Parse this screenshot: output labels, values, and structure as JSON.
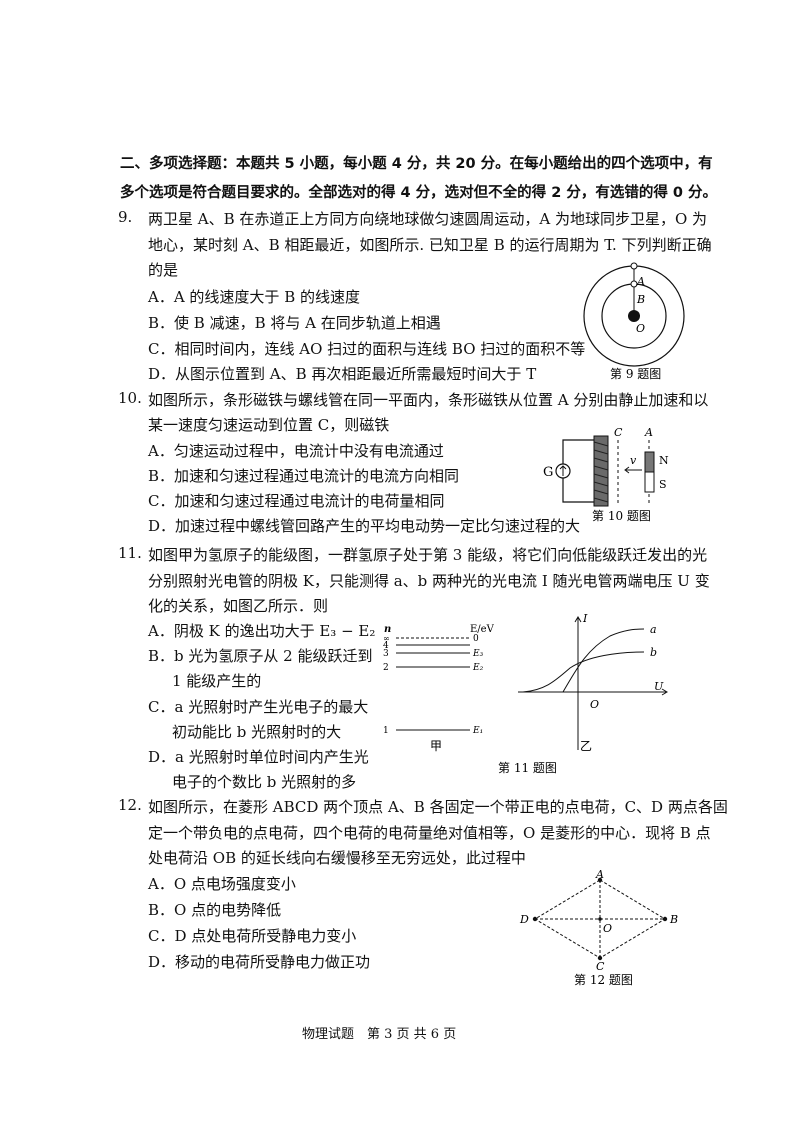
{
  "section": {
    "heading_line1": "二、多项选择题：本题共 5 小题，每小题 4 分，共 20 分。在每小题给出的四个选项中，有",
    "heading_line2": "多个选项是符合题目要求的。全部选对的得 4 分，选对但不全的得 2 分，有选错的得 0 分。"
  },
  "q9": {
    "num": "9.",
    "stem1": "两卫星 A、B 在赤道正上方同方向绕地球做匀速圆周运动，A 为地球同步卫星，O 为",
    "stem2": "地心，某时刻 A、B 相距最近，如图所示. 已知卫星 B 的运行周期为 T. 下列判断正确",
    "stem3": "的是",
    "options": [
      "A．A 的线速度大于 B 的线速度",
      "B．使 B 减速，B 将与 A 在同步轨道上相遇",
      "C．相同时间内，连线 AO 扫过的面积与连线 BO 扫过的面积不等",
      "D．从图示位置到 A、B 再次相距最近所需最短时间大于 T"
    ],
    "figure": {
      "label_a": "A",
      "label_b": "B",
      "label_o": "O",
      "caption": "第 9 题图"
    }
  },
  "q10": {
    "num": "10.",
    "stem1": "如图所示，条形磁铁与螺线管在同一平面内，条形磁铁从位置 A 分别由静止加速和以",
    "stem2": "某一速度匀速运动到位置 C，则磁铁",
    "options": [
      "A．匀速运动过程中，电流计中没有电流通过",
      "B．加速和匀速过程通过电流计的电流方向相同",
      "C．加速和匀速过程通过电流计的电荷量相同",
      "D．加速过程中螺线管回路产生的平均电动势一定比匀速过程的大"
    ],
    "figure": {
      "label_g": "G",
      "label_c": "C",
      "label_a": "A",
      "label_v": "v",
      "label_n": "N",
      "label_s": "S",
      "caption": "第 10 题图"
    }
  },
  "q11": {
    "num": "11.",
    "stem1": "如图甲为氢原子的能级图，一群氢原子处于第 3 能级，将它们向低能级跃迁发出的光",
    "stem2": "分别照射光电管的阴极 K，只能测得 a、b 两种光的光电流 I 随光电管两端电压 U 变",
    "stem3": "化的关系，如图乙所示．则",
    "options": [
      "A．阴极 K 的逸出功大于 E₃ − E₂",
      "B．b 光为氢原子从 2 能级跃迁到",
      "1 能级产生的",
      "C．a 光照射时产生光电子的最大",
      "初动能比 b 光照射时的大",
      "D．a 光照射时单位时间内产生光",
      "电子的个数比 b 光照射的多"
    ],
    "figure": {
      "n_label": "n",
      "e_label": "E/eV",
      "levels": [
        "∞",
        "4",
        "3",
        "2",
        "1"
      ],
      "energies": [
        "0",
        "E₃",
        "E₂",
        "E₁"
      ],
      "label_jia": "甲",
      "label_yi": "乙",
      "axis_i": "I",
      "axis_u": "U",
      "origin": "O",
      "curve_a": "a",
      "curve_b": "b",
      "caption": "第 11 题图"
    }
  },
  "q12": {
    "num": "12.",
    "stem1": "如图所示，在菱形 ABCD 两个顶点 A、B 各固定一个带正电的点电荷，C、D 两点各固",
    "stem2": "定一个带负电的点电荷，四个电荷的电荷量绝对值相等，O 是菱形的中心．现将 B 点",
    "stem3": "处电荷沿 OB 的延长线向右缓慢移至无穷远处，此过程中",
    "options": [
      "A．O 点电场强度变小",
      "B．O 点的电势降低",
      "C．D 点处电荷所受静电力变小",
      "D．移动的电荷所受静电力做正功"
    ],
    "figure": {
      "a": "A",
      "b": "B",
      "c": "C",
      "d": "D",
      "o": "O",
      "caption": "第 12 题图"
    }
  },
  "footer": "物理试题　第 3 页 共 6 页"
}
